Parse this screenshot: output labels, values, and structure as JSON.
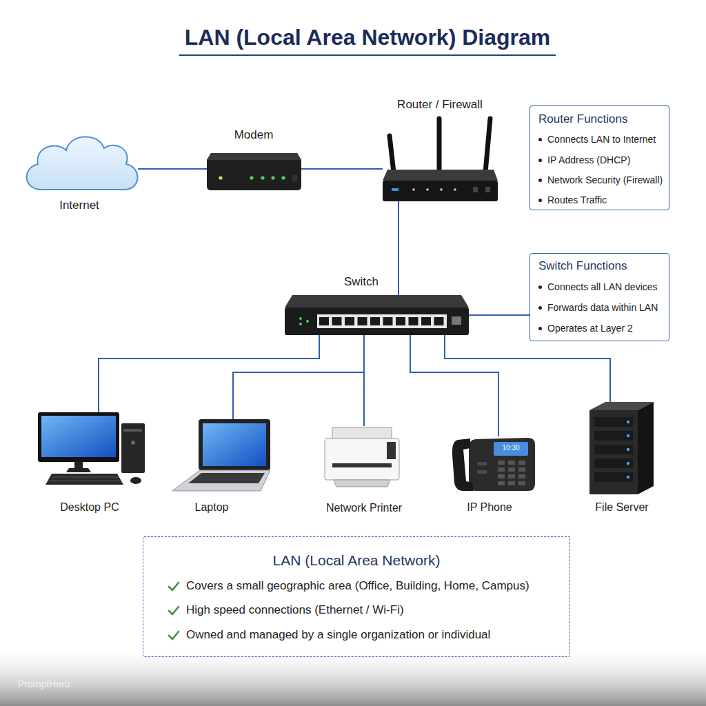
{
  "diagram": {
    "title": "LAN (Local Area Network) Diagram",
    "nodes": [
      {
        "text": [
          "Internet"
        ]
      },
      {
        "text": [
          "Modem"
        ]
      },
      {
        "text": [
          "Router / Firewall"
        ]
      },
      {
        "text": [
          "Router Functions",
          "Connects LAN to Internet",
          "IP Address (DHCP)",
          "Network Security (Firewall)",
          "Routes Traffic"
        ]
      },
      {
        "text": [
          "Switch"
        ]
      },
      {
        "text": [
          "Switch Functions",
          "Connects all LAN devices",
          "Forwards data within LAN",
          "Operates at Layer 2"
        ]
      },
      {
        "text": [
          "Desktop PC"
        ]
      },
      {
        "text": [
          "Laptop"
        ]
      },
      {
        "text": [
          "Network Printer"
        ]
      },
      {
        "text": [
          "IP Phone"
        ]
      },
      {
        "text": [
          "File Server"
        ]
      },
      {
        "text": [
          "LAN (Local Area Network)",
          "Covers a small geographic area (Office, Building, Home, Campus)",
          "High speed connections (Ethernet / Wi-Fi)",
          "Owned and managed by a single organization or individual"
        ]
      }
    ],
    "edges": [
      {
        "from": 0,
        "to": 1,
        "arrow": "none"
      },
      {
        "from": 1,
        "to": 2,
        "arrow": "none"
      },
      {
        "from": 2,
        "to": 4,
        "arrow": "none"
      },
      {
        "from": 4,
        "to": 6,
        "arrow": "none"
      },
      {
        "from": 4,
        "to": 7,
        "arrow": "none"
      },
      {
        "from": 4,
        "to": 8,
        "arrow": "none"
      },
      {
        "from": 4,
        "to": 9,
        "arrow": "none"
      },
      {
        "from": 4,
        "to": 10,
        "arrow": "none"
      },
      {
        "from": 4,
        "to": 5,
        "arrow": "none"
      }
    ],
    "labels": [
      "10:30",
      "PromptHero"
    ]
  }
}
